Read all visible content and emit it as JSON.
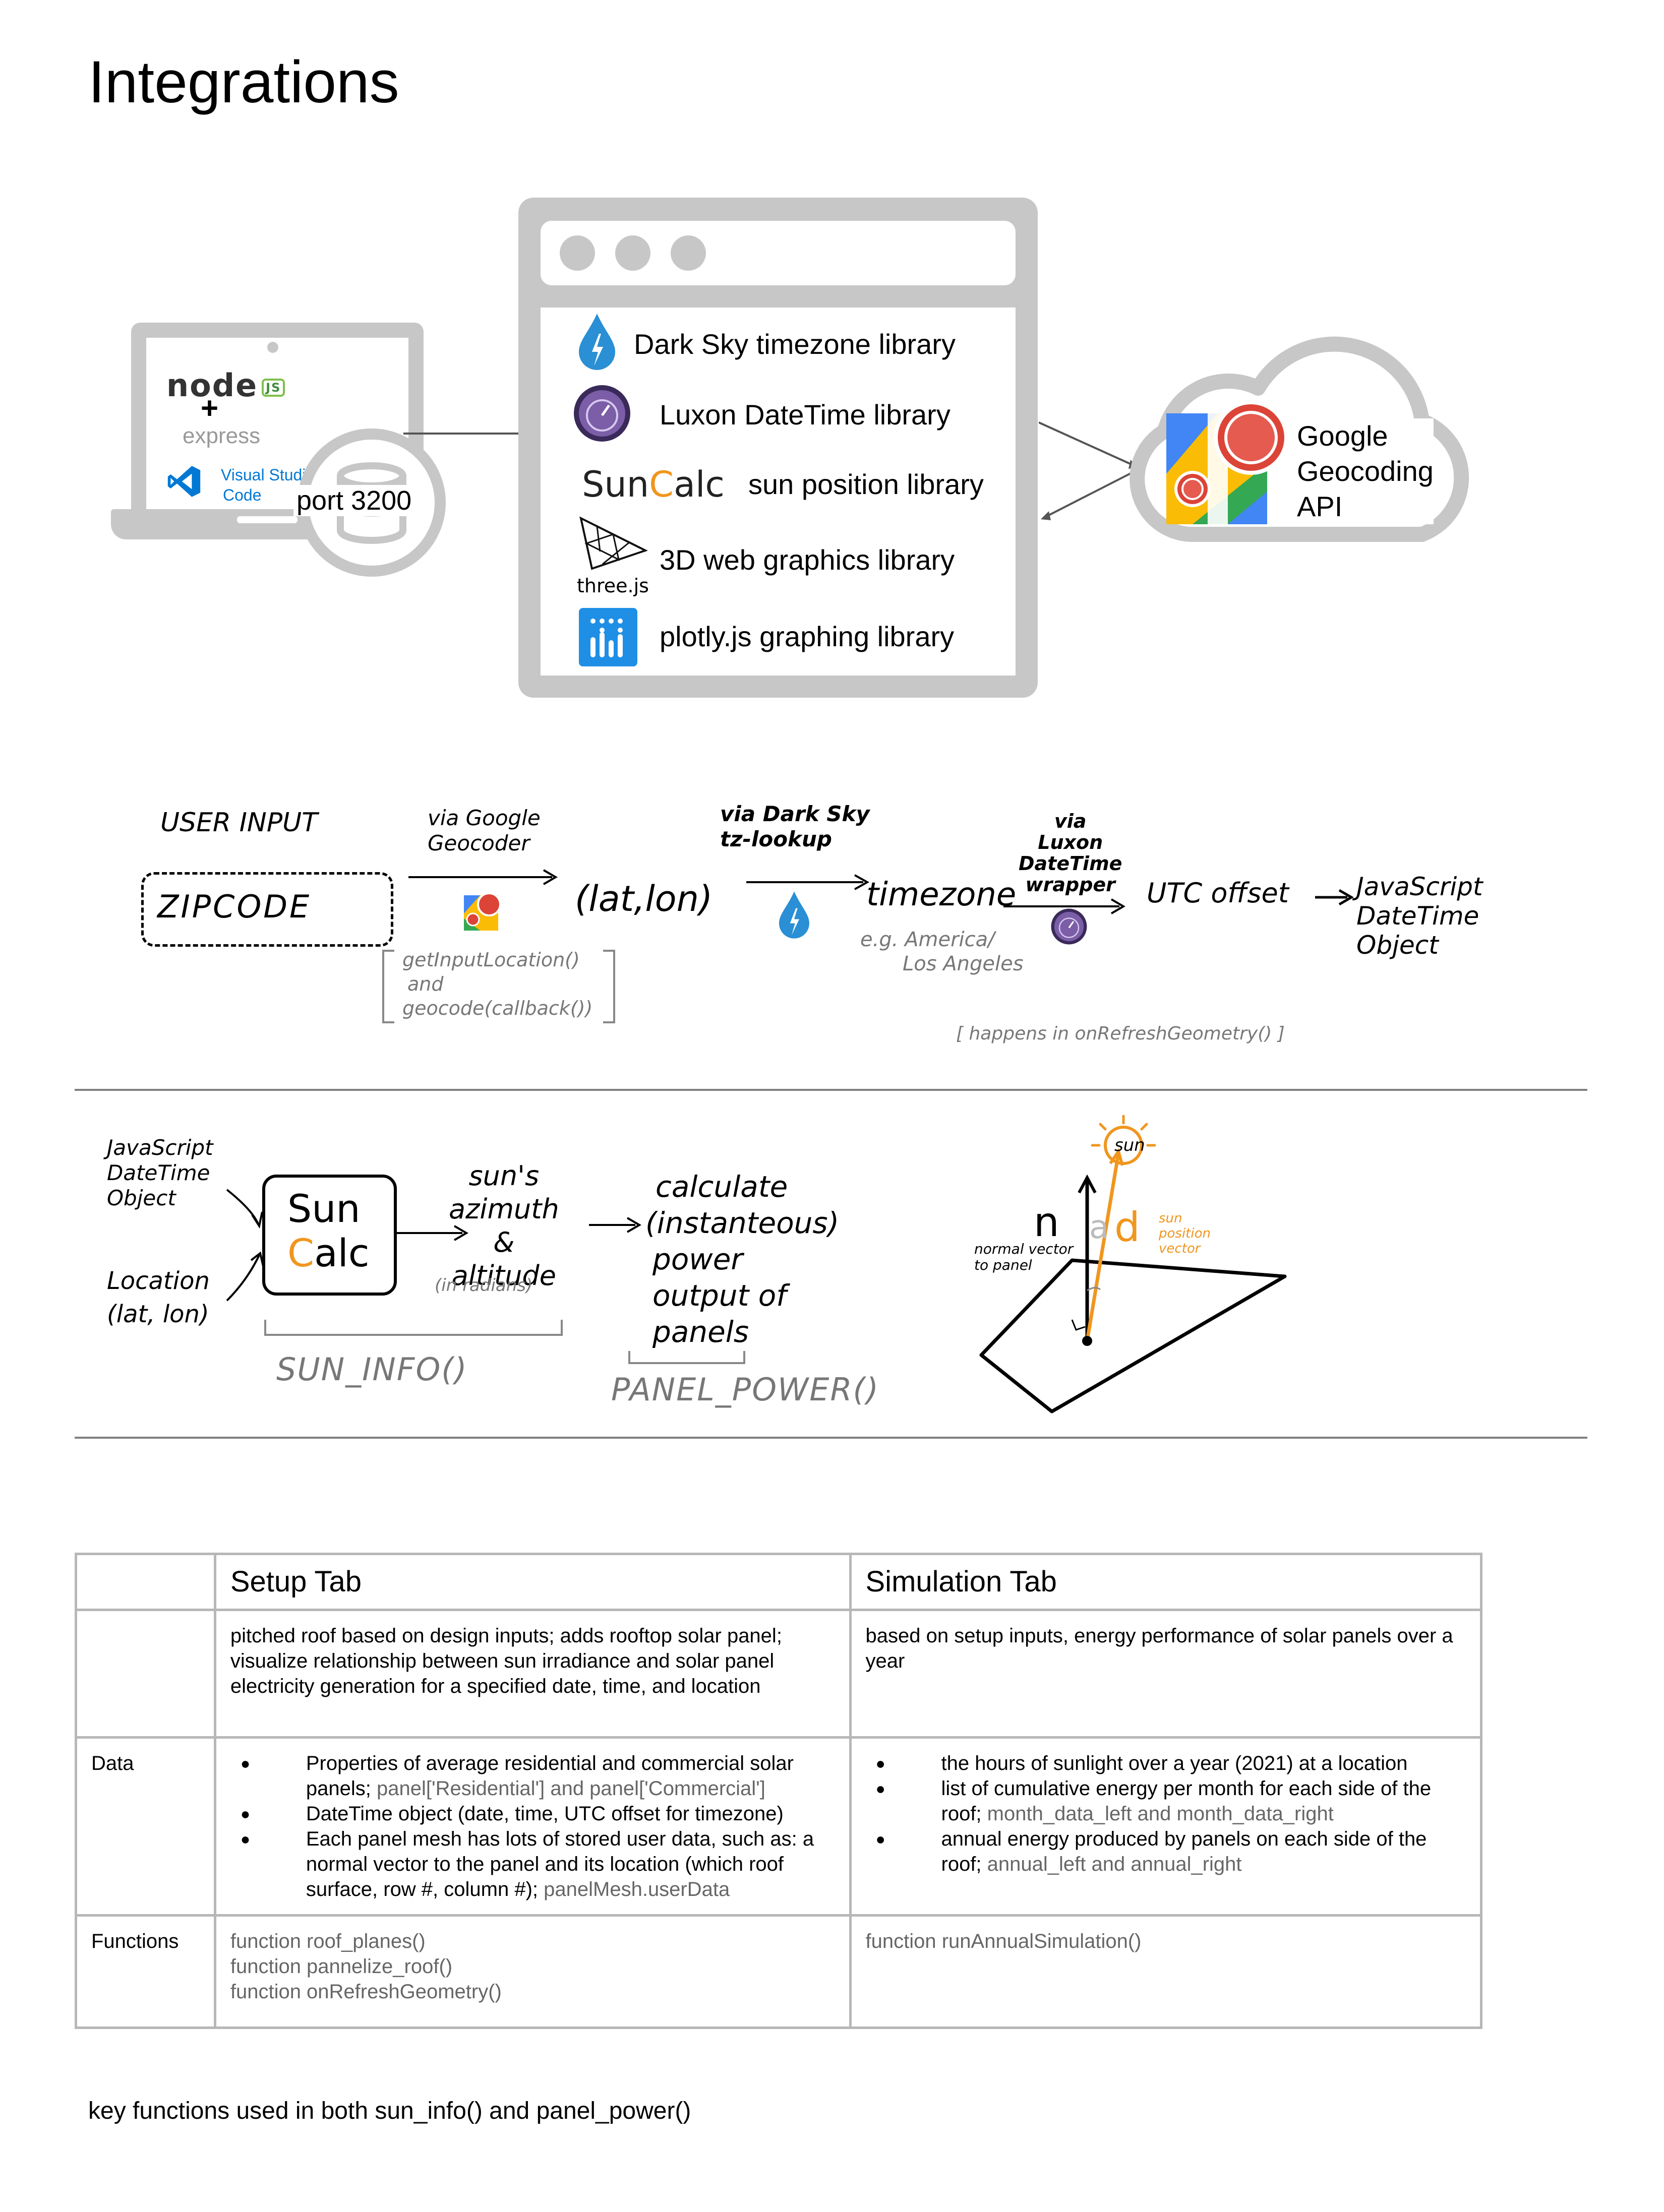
{
  "page": {
    "title": "Integrations"
  },
  "stack": {
    "laptop": {
      "node_logo": "node",
      "node_badge": "JS",
      "plus": "+",
      "express": "express",
      "vscode_line1": "Visual Studio",
      "vscode_line2": "Code",
      "port": "port 3200"
    },
    "libraries": [
      {
        "icon": "dark-sky-icon",
        "label": "Dark Sky timezone library"
      },
      {
        "icon": "luxon-icon",
        "label": "Luxon DateTime library"
      },
      {
        "icon": "suncalc-logo",
        "label": "sun position library",
        "logo_text_a": "Sun",
        "logo_text_b": "C",
        "logo_text_c": "alc"
      },
      {
        "icon": "threejs-icon",
        "label": "3D web graphics library",
        "logo_caption": "three.js"
      },
      {
        "icon": "plotly-icon",
        "label": "plotly.js graphing library"
      }
    ],
    "cloud": {
      "line1": "Google",
      "line2": "Geocoding",
      "line3": "API"
    }
  },
  "flow1": {
    "user_input": "USER   INPUT",
    "zipcode": "ZIPCODE",
    "via_google_1": "via Google",
    "via_google_2": "Geocoder",
    "latlon": "(lat,lon)",
    "via_darksky_1": "via Dark Sky",
    "via_darksky_2": "tz-lookup",
    "timezone": "timezone",
    "eg_1": "e.g. America/",
    "eg_2": "Los Angeles",
    "via_luxon_1": "via",
    "via_luxon_2": "Luxon",
    "via_luxon_3": "DateTime",
    "via_luxon_4": "wrapper",
    "utc": "UTC offset",
    "js_dt_1": "JavaScript",
    "js_dt_2": "DateTime",
    "js_dt_3": "Object",
    "fn_1": "getInputLocation()",
    "fn_2": "and",
    "fn_3": "geocode(callback())",
    "happens": "[ happens in  onRefreshGeometry() ]"
  },
  "flow2": {
    "js_dt_1": "JavaScript",
    "js_dt_2": "DateTime",
    "js_dt_3": "Object",
    "loc_1": "Location",
    "loc_2": "(lat, lon)",
    "suncalc_a": "Sun",
    "suncalc_b": "C",
    "suncalc_c": "alc",
    "suns_1": "sun's",
    "suns_2": "azimuth",
    "suns_3": "&",
    "suns_4": "altitude",
    "suns_5": "(in radians)",
    "sun_info": "SUN_INFO()",
    "calc_1": "calculate",
    "calc_2": "(instanteous)",
    "calc_3": "power",
    "calc_4": "output of",
    "calc_5": "panels",
    "panel_power": "PANEL_POWER()",
    "diagram_sun": "sun",
    "diagram_n": "n",
    "diagram_a": "a",
    "diagram_d": "d",
    "normal_1": "normal vector",
    "normal_2": "to panel",
    "sunpos_1": "sun",
    "sunpos_2": "position",
    "sunpos_3": "vector"
  },
  "table": {
    "header_setup": "Setup Tab",
    "header_sim": "Simulation Tab",
    "desc_setup": "pitched roof based on design inputs; adds rooftop solar panel; visualize relationship between sun irradiance and solar panel electricity generation for a specified date, time, and location",
    "desc_sim": "based on setup inputs, energy performance of solar panels over a year",
    "row_data": "Data",
    "row_functions": "Functions",
    "setup_data": [
      {
        "text": "Properties of average residential and commercial solar panels; ",
        "gray": "panel['Residential'] and panel['Commercial']"
      },
      {
        "text": "DateTime object (date, time, UTC offset for timezone)",
        "gray": ""
      },
      {
        "text": "Each panel mesh has lots of stored user data, such as: a normal vector to the panel and its location (which roof surface, row #, column #); ",
        "gray": "panelMesh.userData"
      }
    ],
    "sim_data": [
      {
        "text": "the hours of sunlight over a year (2021) at a location",
        "gray": ""
      },
      {
        "text": "list of cumulative energy per month for each side of the roof; ",
        "gray": "month_data_left and month_data_right"
      },
      {
        "text": "annual energy produced by panels on each side of the roof; ",
        "gray": "annual_left and annual_right"
      }
    ],
    "setup_functions": [
      "function roof_planes()",
      "function pannelize_roof()",
      "function onRefreshGeometry()"
    ],
    "sim_functions": [
      "function runAnnualSimulation()"
    ]
  },
  "footer": {
    "text": "key functions used in both sun_info() and panel_power()"
  },
  "colors": {
    "suncalc_orange": "#f0961e",
    "luxon_purple": "#7b5ea7",
    "plotly_blue": "#1f8fe6",
    "darksky_blue": "#2a8fd4",
    "google_red": "#db4437"
  }
}
